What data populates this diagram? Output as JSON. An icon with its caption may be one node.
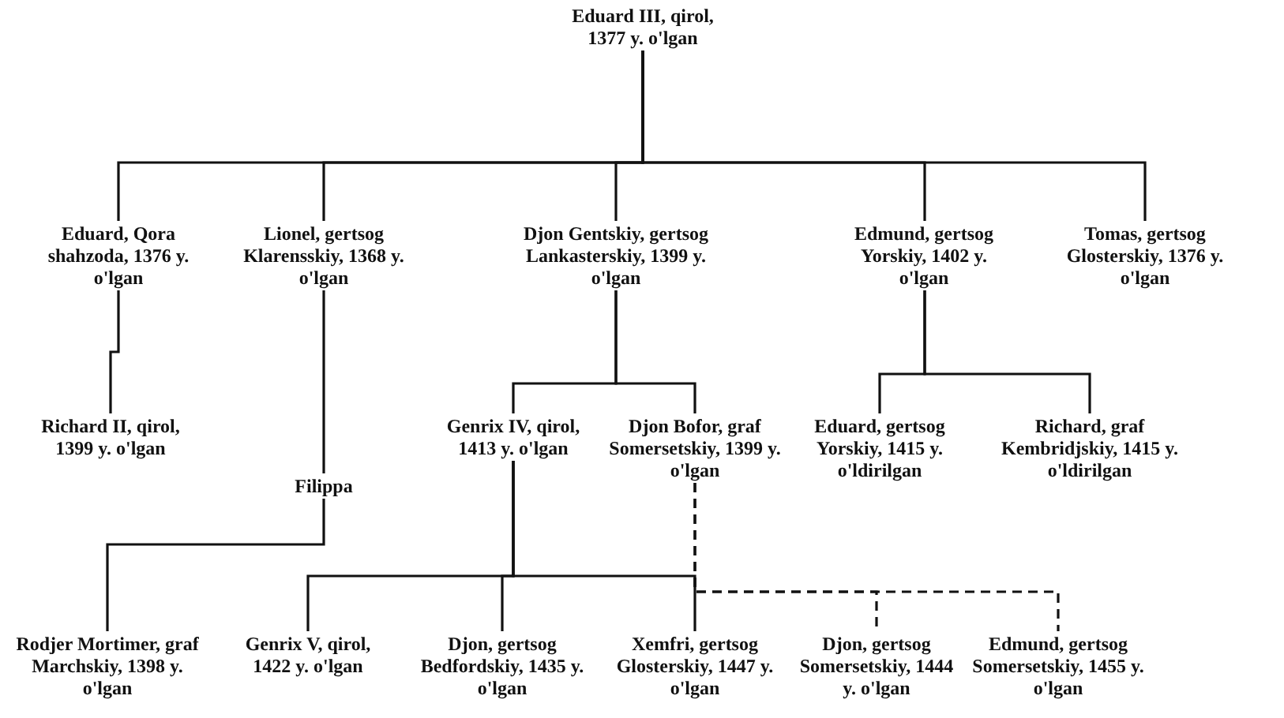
{
  "diagram": {
    "nodes": [
      {
        "text": [
          "Eduard III, qirol, 1377 y. o'lgan"
        ]
      },
      {
        "text": [
          "Eduard, Qora shahzoda, 1376 y. o'lgan"
        ]
      },
      {
        "text": [
          "Lionel, gertsog Klarensskiy, 1368 y. o'lgan"
        ]
      },
      {
        "text": [
          "Djon Gentskiy, gertsog Lankasterskiy, 1399 y. o'lgan"
        ]
      },
      {
        "text": [
          "Edmund, gertsog Yorskiy, 1402 y. o'lgan"
        ]
      },
      {
        "text": [
          "Tomas, gertsog Glosterskiy, 1376 y. o'lgan"
        ]
      },
      {
        "text": [
          "Richard II, qirol, 1399 y. o'lgan"
        ]
      },
      {
        "text": [
          "Filippa"
        ]
      },
      {
        "text": [
          "Genrix IV, qirol, 1413 y. o'lgan"
        ]
      },
      {
        "text": [
          "Djon Bofor, graf Somersetskiy, 1399 y. o'lgan"
        ]
      },
      {
        "text": [
          "Eduard, gertsog Yorskiy, 1415 y. o'ldirilgan"
        ]
      },
      {
        "text": [
          "Richard, graf Kembridjskiy, 1415 y. o'ldirilgan"
        ]
      },
      {
        "text": [
          "Rodjer Mortimer, graf Marchskiy, 1398 y. o'lgan"
        ]
      },
      {
        "text": [
          "Genrix V, qirol, 1422 y. o'lgan"
        ]
      },
      {
        "text": [
          "Djon, gertsog Bedfordskiy, 1435 y. o'lgan"
        ]
      },
      {
        "text": [
          "Xemfri, gertsog Glosterskiy, 1447 y. o'lgan"
        ]
      },
      {
        "text": [
          "Djon, gertsog Somersetskiy, 1444 y. o'lgan"
        ]
      },
      {
        "text": [
          "Edmund, gertsog Somersetskiy, 1455 y. o'lgan"
        ]
      }
    ],
    "edges": [
      {
        "from": 0,
        "to": 1,
        "arrow": "none"
      },
      {
        "from": 0,
        "to": 2,
        "arrow": "none"
      },
      {
        "from": 0,
        "to": 3,
        "arrow": "none"
      },
      {
        "from": 0,
        "to": 4,
        "arrow": "none"
      },
      {
        "from": 0,
        "to": 5,
        "arrow": "none"
      },
      {
        "from": 1,
        "to": 6,
        "arrow": "none"
      },
      {
        "from": 2,
        "to": 7,
        "arrow": "none"
      },
      {
        "from": 3,
        "to": 8,
        "arrow": "none"
      },
      {
        "from": 3,
        "to": 9,
        "arrow": "none"
      },
      {
        "from": 4,
        "to": 10,
        "arrow": "none"
      },
      {
        "from": 4,
        "to": 11,
        "arrow": "none"
      },
      {
        "from": 7,
        "to": 12,
        "arrow": "none"
      },
      {
        "from": 8,
        "to": 13,
        "arrow": "none"
      },
      {
        "from": 8,
        "to": 14,
        "arrow": "none"
      },
      {
        "from": 8,
        "to": 15,
        "arrow": "none"
      },
      {
        "from": 9,
        "to": 16,
        "arrow": "none",
        "style": "dashed"
      },
      {
        "from": 9,
        "to": 17,
        "arrow": "none",
        "style": "dashed"
      }
    ]
  }
}
